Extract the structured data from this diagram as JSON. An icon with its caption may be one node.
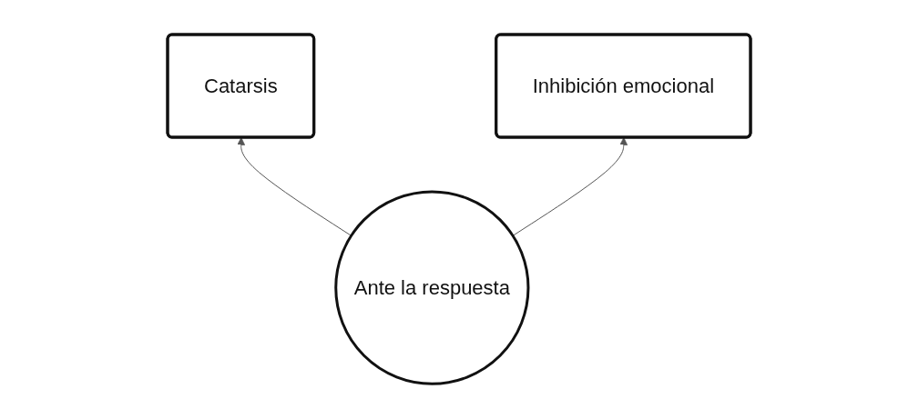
{
  "diagram": {
    "nodes": [
      {
        "text": [
          "Catarsis"
        ]
      },
      {
        "text": [
          "Inhibición emocional"
        ]
      },
      {
        "text": [
          "Ante la respuesta"
        ]
      }
    ],
    "edges": [
      {
        "from": 2,
        "to": 0,
        "arrow": "to"
      },
      {
        "from": 2,
        "to": 1,
        "arrow": "to"
      }
    ]
  }
}
